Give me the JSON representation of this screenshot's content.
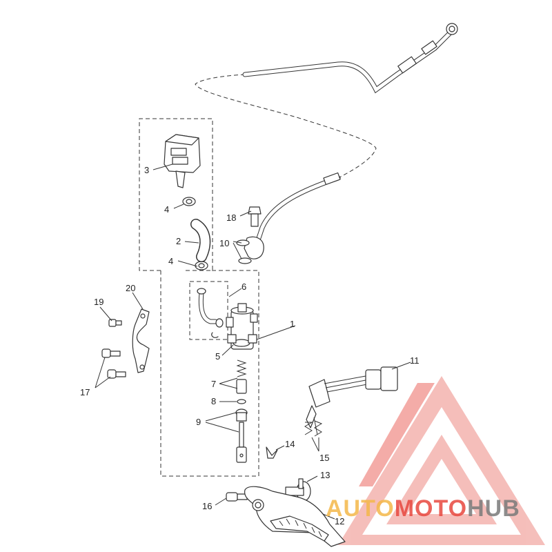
{
  "diagram": {
    "callouts": [
      {
        "id": "1",
        "label": "1"
      },
      {
        "id": "2",
        "label": "2"
      },
      {
        "id": "3",
        "label": "3"
      },
      {
        "id": "4a",
        "label": "4"
      },
      {
        "id": "4b",
        "label": "4"
      },
      {
        "id": "5",
        "label": "5"
      },
      {
        "id": "6",
        "label": "6"
      },
      {
        "id": "7",
        "label": "7"
      },
      {
        "id": "8",
        "label": "8"
      },
      {
        "id": "9",
        "label": "9"
      },
      {
        "id": "10",
        "label": "10"
      },
      {
        "id": "11",
        "label": "11"
      },
      {
        "id": "12",
        "label": "12"
      },
      {
        "id": "13",
        "label": "13"
      },
      {
        "id": "14",
        "label": "14"
      },
      {
        "id": "15",
        "label": "15"
      },
      {
        "id": "16",
        "label": "16"
      },
      {
        "id": "17",
        "label": "17"
      },
      {
        "id": "18",
        "label": "18"
      },
      {
        "id": "19",
        "label": "19"
      },
      {
        "id": "20",
        "label": "20"
      }
    ]
  },
  "watermark": {
    "brand_part1": "AUTO",
    "brand_part2": "MOTO",
    "brand_part3": "HUB",
    "color_primary": "#e8483f",
    "color_light": "#f2a9a4",
    "color_gold": "#f4b84a",
    "color_gray": "#7a7a7a"
  }
}
